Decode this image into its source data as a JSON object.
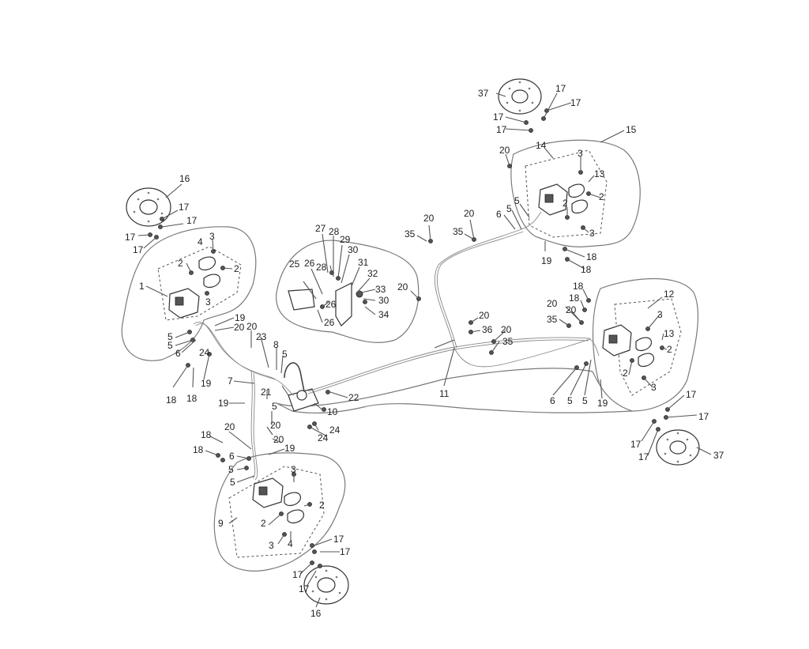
{
  "diagram": {
    "type": "exploded-parts-view",
    "line_color": "#555555",
    "callouts": {
      "c1": "1",
      "c2a": "2",
      "c2b": "2",
      "c3a": "3",
      "c3b": "3",
      "c4": "4",
      "c5a": "5",
      "c5b": "5",
      "c6a": "6",
      "c16top": "16",
      "c17a": "17",
      "c17b": "17",
      "c17c": "17",
      "c17d": "17",
      "c18a": "18",
      "c18b": "18",
      "c19a": "19",
      "c19b": "19",
      "c19c": "19",
      "c19d": "19",
      "c20a": "20",
      "c20b": "20",
      "c20c": "20",
      "c20d": "20",
      "c21": "21",
      "c23": "23",
      "c24a": "24",
      "c24b": "24",
      "c24c": "24",
      "c5c": "5",
      "c5d": "5",
      "c7": "7",
      "c8": "8",
      "c10": "10",
      "c22": "22",
      "c25": "25",
      "c26a": "26",
      "c26b": "26",
      "c26c": "26",
      "c27": "27",
      "c28a": "28",
      "c28b": "28",
      "c29": "29",
      "c30a": "30",
      "c30b": "30",
      "c31": "31",
      "c32": "32",
      "c33": "33",
      "c34": "34",
      "c18c": "18",
      "c18d": "18",
      "c6b": "6",
      "c5e": "5",
      "c5f": "5",
      "c9": "9",
      "c3c": "3",
      "c2c": "2",
      "c2d": "2",
      "c3d": "3",
      "c4b": "4",
      "c17e": "17",
      "c17f": "17",
      "c17g": "17",
      "c17h": "17",
      "c16bot": "16",
      "c37top": "37",
      "c17i": "17",
      "c17j": "17",
      "c17k": "17",
      "c17l": "17",
      "c15": "15",
      "c20e": "20",
      "c14": "14",
      "c3e": "3",
      "c13a": "13",
      "c2e": "2",
      "c2f": "2",
      "c3f": "3",
      "c6c": "6",
      "c5g": "5",
      "c5h": "5",
      "c19e": "19",
      "c18e": "18",
      "c18f": "18",
      "c20f": "20",
      "c35a": "35",
      "c20g": "20",
      "c35b": "35",
      "c20h": "20",
      "c11": "11",
      "c20i": "20",
      "c36": "36",
      "c20j": "20",
      "c35c": "35",
      "c18g": "18",
      "c18h": "18",
      "c20k": "20",
      "c20l": "20",
      "c35d": "35",
      "c12": "12",
      "c3g": "3",
      "c13b": "13",
      "c2g": "2",
      "c2h": "2",
      "c3h": "3",
      "c6d": "6",
      "c5i": "5",
      "c5j": "5",
      "c19f": "19",
      "c17m": "17",
      "c17n": "17",
      "c17o": "17",
      "c17p": "17",
      "c37bot": "37"
    }
  }
}
